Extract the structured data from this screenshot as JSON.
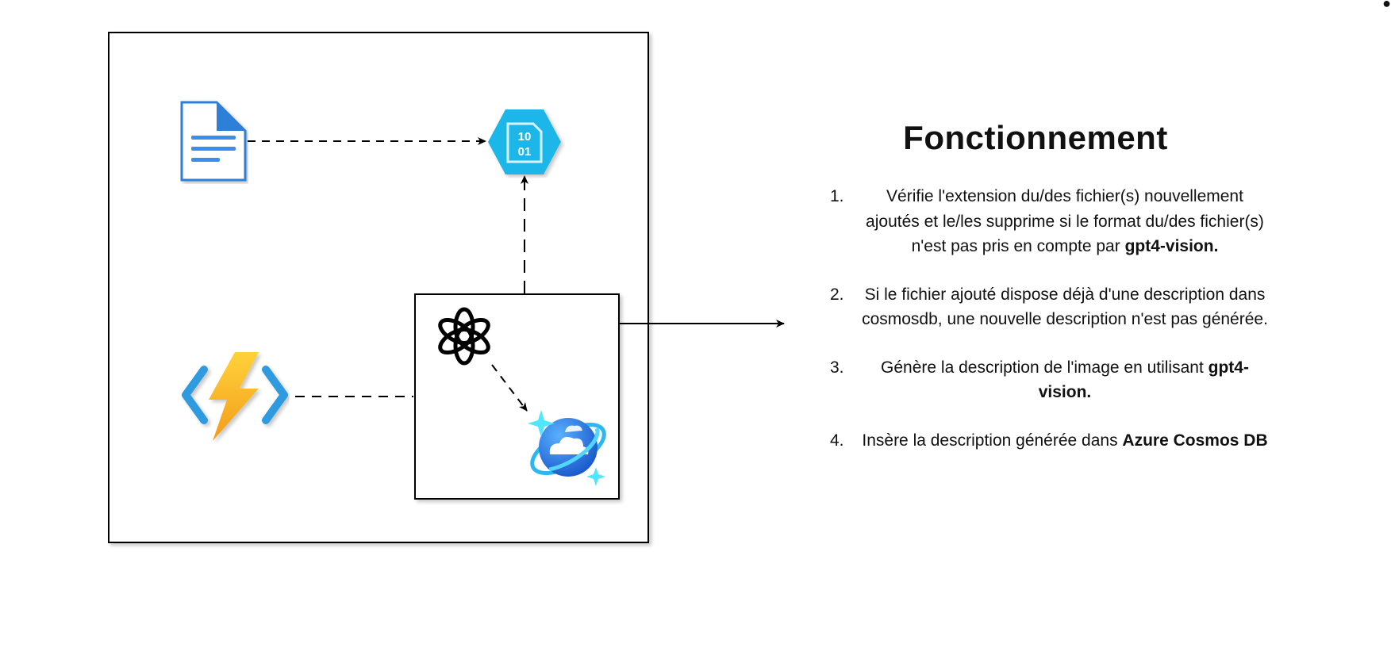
{
  "title": "Fonctionnement",
  "steps": [
    {
      "num": "1.",
      "parts": [
        {
          "text": "Vérifie l'extension du/des fichier(s) nouvellement ajoutés et le/les supprime si le format du/des fichier(s) n'est pas pris en compte par ",
          "bold": false
        },
        {
          "text": "gpt4-vision.",
          "bold": true
        }
      ]
    },
    {
      "num": "2.",
      "parts": [
        {
          "text": "Si  le fichier ajouté dispose déjà d'une description dans cosmosdb, une nouvelle description n'est pas générée.",
          "bold": false
        }
      ]
    },
    {
      "num": "3.",
      "parts": [
        {
          "text": "Génère la description de l'image en utilisant ",
          "bold": false
        },
        {
          "text": "gpt4-vision.",
          "bold": true
        }
      ]
    },
    {
      "num": "4.",
      "parts": [
        {
          "text": "Insère la description générée dans ",
          "bold": false
        },
        {
          "text": "Azure Cosmos DB",
          "bold": true
        }
      ]
    }
  ],
  "icons": {
    "document": "document-icon",
    "blob_storage": "blob-storage-icon",
    "function_app": "azure-function-icon",
    "openai": "openai-icon",
    "cosmos_db": "cosmos-db-icon"
  },
  "blob_icon_text": [
    "10",
    "01"
  ],
  "colors": {
    "doc_blue": "#2F7FD8",
    "storage_cyan": "#1BB7E8",
    "function_yellow": "#F5B915",
    "function_bracket": "#2E9BE0",
    "cosmos_blue": "#1E6FD9",
    "sparkle_cyan": "#50E6FF"
  }
}
